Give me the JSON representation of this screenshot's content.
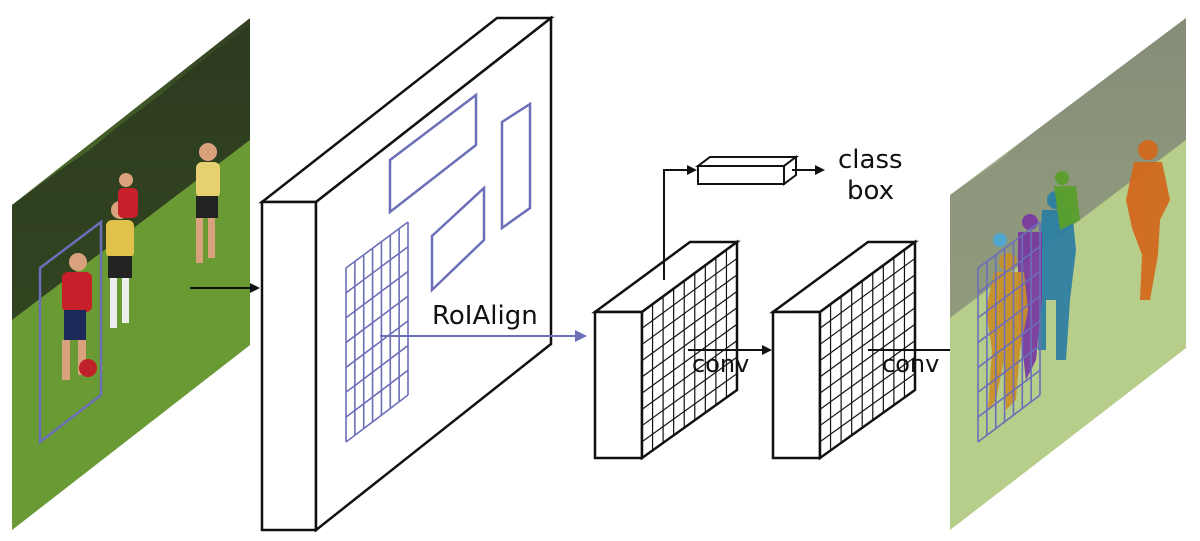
{
  "labels": {
    "roialign": "RoIAlign",
    "conv_first": "conv",
    "conv_second": "conv",
    "class": "class",
    "box": "box"
  },
  "colors": {
    "roi_blue": "#6b6fb8",
    "stroke": "#111111",
    "grass": "#5f8f2e",
    "mask_orange": "#d2691e",
    "mask_purple": "#7a3aa0",
    "mask_teal": "#2e7fa3",
    "mask_green": "#5aa02c",
    "mask_gold": "#c8902a"
  },
  "icons": {
    "input_image": "soccer-photo",
    "output_image": "soccer-photo-with-instance-masks"
  }
}
